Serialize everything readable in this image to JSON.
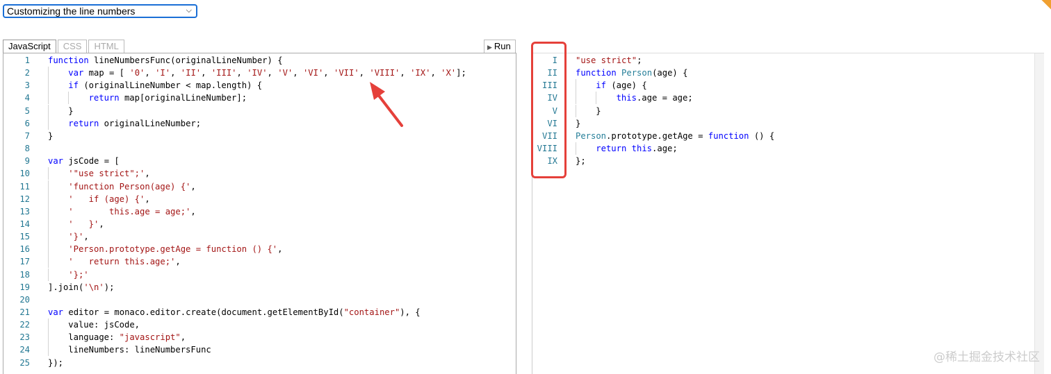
{
  "sample_select": {
    "value": "Customizing the line numbers"
  },
  "left_editor": {
    "tabs": [
      {
        "label": "JavaScript",
        "active": true
      },
      {
        "label": "CSS",
        "active": false
      },
      {
        "label": "HTML",
        "active": false
      }
    ],
    "run_label": "Run",
    "lines": [
      {
        "n": "1",
        "indent": 0,
        "tokens": [
          [
            "kw",
            "function"
          ],
          [
            "",
            " lineNumbersFunc(originalLineNumber) {"
          ]
        ]
      },
      {
        "n": "2",
        "indent": 1,
        "tokens": [
          [
            "kw",
            "var"
          ],
          [
            "",
            " map = [ "
          ],
          [
            "str",
            "'0'"
          ],
          [
            "",
            ", "
          ],
          [
            "str",
            "'I'"
          ],
          [
            "",
            ", "
          ],
          [
            "str",
            "'II'"
          ],
          [
            "",
            ", "
          ],
          [
            "str",
            "'III'"
          ],
          [
            "",
            ", "
          ],
          [
            "str",
            "'IV'"
          ],
          [
            "",
            ", "
          ],
          [
            "str",
            "'V'"
          ],
          [
            "",
            ", "
          ],
          [
            "str",
            "'VI'"
          ],
          [
            "",
            ", "
          ],
          [
            "str",
            "'VII'"
          ],
          [
            "",
            ", "
          ],
          [
            "str",
            "'VIII'"
          ],
          [
            "",
            ", "
          ],
          [
            "str",
            "'IX'"
          ],
          [
            "",
            ", "
          ],
          [
            "str",
            "'X'"
          ],
          [
            "",
            "];"
          ]
        ]
      },
      {
        "n": "3",
        "indent": 1,
        "tokens": [
          [
            "kw",
            "if"
          ],
          [
            "",
            " (originalLineNumber < map.length) {"
          ]
        ]
      },
      {
        "n": "4",
        "indent": 2,
        "tokens": [
          [
            "kw",
            "return"
          ],
          [
            "",
            " map[originalLineNumber];"
          ]
        ]
      },
      {
        "n": "5",
        "indent": 1,
        "tokens": [
          [
            "",
            "}"
          ]
        ]
      },
      {
        "n": "6",
        "indent": 1,
        "tokens": [
          [
            "kw",
            "return"
          ],
          [
            "",
            " originalLineNumber;"
          ]
        ]
      },
      {
        "n": "7",
        "indent": 0,
        "tokens": [
          [
            "",
            "}"
          ]
        ]
      },
      {
        "n": "8",
        "indent": 0,
        "tokens": []
      },
      {
        "n": "9",
        "indent": 0,
        "tokens": [
          [
            "kw",
            "var"
          ],
          [
            "",
            " jsCode = ["
          ]
        ]
      },
      {
        "n": "10",
        "indent": 1,
        "tokens": [
          [
            "str",
            "'\"use strict\";'"
          ],
          [
            "",
            ","
          ]
        ]
      },
      {
        "n": "11",
        "indent": 1,
        "tokens": [
          [
            "str",
            "'function Person(age) {'"
          ],
          [
            "",
            ","
          ]
        ]
      },
      {
        "n": "12",
        "indent": 1,
        "tokens": [
          [
            "str",
            "'   if (age) {'"
          ],
          [
            "",
            ","
          ]
        ]
      },
      {
        "n": "13",
        "indent": 1,
        "tokens": [
          [
            "str",
            "'       this.age = age;'"
          ],
          [
            "",
            ","
          ]
        ]
      },
      {
        "n": "14",
        "indent": 1,
        "tokens": [
          [
            "str",
            "'   }'"
          ],
          [
            "",
            ","
          ]
        ]
      },
      {
        "n": "15",
        "indent": 1,
        "tokens": [
          [
            "str",
            "'}'"
          ],
          [
            "",
            ","
          ]
        ]
      },
      {
        "n": "16",
        "indent": 1,
        "tokens": [
          [
            "str",
            "'Person.prototype.getAge = function () {'"
          ],
          [
            "",
            ","
          ]
        ]
      },
      {
        "n": "17",
        "indent": 1,
        "tokens": [
          [
            "str",
            "'   return this.age;'"
          ],
          [
            "",
            ","
          ]
        ]
      },
      {
        "n": "18",
        "indent": 1,
        "tokens": [
          [
            "str",
            "'};'"
          ]
        ]
      },
      {
        "n": "19",
        "indent": 0,
        "tokens": [
          [
            "",
            "].join("
          ],
          [
            "str",
            "'\\n'"
          ],
          [
            "",
            ");"
          ]
        ]
      },
      {
        "n": "20",
        "indent": 0,
        "tokens": []
      },
      {
        "n": "21",
        "indent": 0,
        "tokens": [
          [
            "kw",
            "var"
          ],
          [
            "",
            " editor = monaco.editor.create(document.getElementById("
          ],
          [
            "str",
            "\"container\""
          ],
          [
            "",
            "), {"
          ]
        ]
      },
      {
        "n": "22",
        "indent": 1,
        "tokens": [
          [
            "",
            "value: jsCode,"
          ]
        ]
      },
      {
        "n": "23",
        "indent": 1,
        "tokens": [
          [
            "",
            "language: "
          ],
          [
            "str",
            "\"javascript\""
          ],
          [
            "",
            ","
          ]
        ]
      },
      {
        "n": "24",
        "indent": 1,
        "tokens": [
          [
            "",
            "lineNumbers: lineNumbersFunc"
          ]
        ]
      },
      {
        "n": "25",
        "indent": 0,
        "tokens": [
          [
            "",
            "});"
          ]
        ]
      }
    ]
  },
  "right_editor": {
    "lines": [
      {
        "n": "I",
        "indent": 0,
        "tokens": [
          [
            "str",
            "\"use strict\""
          ],
          [
            "",
            ";"
          ]
        ]
      },
      {
        "n": "II",
        "indent": 0,
        "tokens": [
          [
            "kw",
            "function"
          ],
          [
            "",
            " "
          ],
          [
            "cls",
            "Person"
          ],
          [
            "",
            "(age) {"
          ]
        ]
      },
      {
        "n": "III",
        "indent": 1,
        "tokens": [
          [
            "kw",
            "if"
          ],
          [
            "",
            " (age) {"
          ]
        ]
      },
      {
        "n": "IV",
        "indent": 2,
        "tokens": [
          [
            "kw",
            "this"
          ],
          [
            "",
            ".age = age;"
          ]
        ]
      },
      {
        "n": "V",
        "indent": 1,
        "tokens": [
          [
            "",
            "}"
          ]
        ]
      },
      {
        "n": "VI",
        "indent": 0,
        "tokens": [
          [
            "",
            "}"
          ]
        ]
      },
      {
        "n": "VII",
        "indent": 0,
        "tokens": [
          [
            "cls",
            "Person"
          ],
          [
            "",
            ".prototype.getAge = "
          ],
          [
            "kw",
            "function"
          ],
          [
            "",
            " () {"
          ]
        ]
      },
      {
        "n": "VIII",
        "indent": 1,
        "tokens": [
          [
            "kw",
            "return"
          ],
          [
            "",
            " "
          ],
          [
            "kw",
            "this"
          ],
          [
            "",
            ".age;"
          ]
        ]
      },
      {
        "n": "IX",
        "indent": 0,
        "tokens": [
          [
            "",
            "};"
          ]
        ]
      }
    ]
  },
  "watermark": "@稀土掘金技术社区",
  "colors": {
    "annotation": "#e5403a",
    "keyword": "#0000ff",
    "string": "#a31515",
    "line_number": "#237893"
  }
}
